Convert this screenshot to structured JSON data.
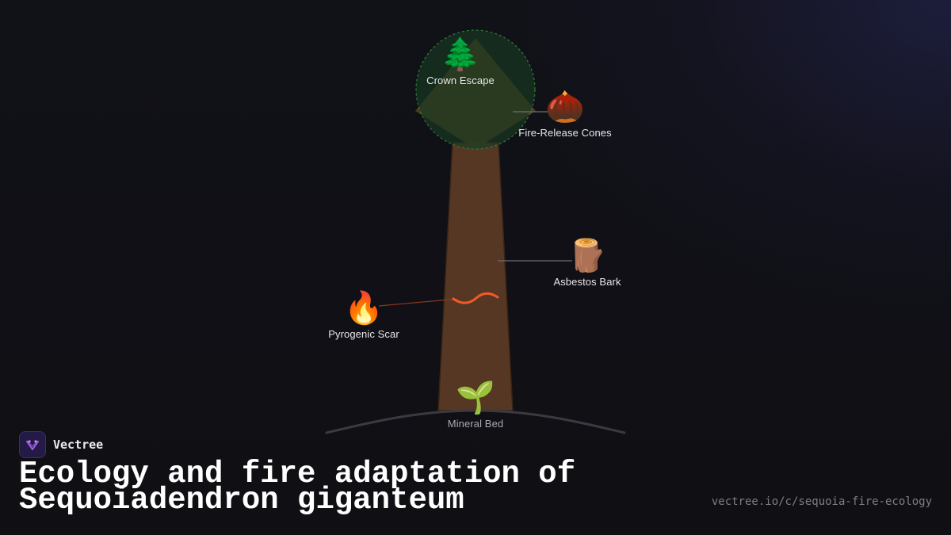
{
  "brand": {
    "name": "Vectree"
  },
  "title": "Ecology and fire adaptation of Sequoiadendron giganteum",
  "url": "vectree.io/c/sequoia-fire-ecology",
  "diagram": {
    "nodes": [
      {
        "id": "crown",
        "emoji": "🌲",
        "label": "Crown Escape"
      },
      {
        "id": "cones",
        "emoji": "🌰",
        "label": "Fire-Release Cones"
      },
      {
        "id": "bark",
        "emoji": "🪵",
        "label": "Asbestos Bark"
      },
      {
        "id": "scar",
        "emoji": "🔥",
        "label": "Pyrogenic Scar"
      },
      {
        "id": "seedling",
        "emoji": "🌱",
        "label": "Mineral Bed"
      }
    ]
  },
  "colors": {
    "background": "#101016",
    "trunk": "#5a3a24",
    "crown_fill": "#17351f",
    "crown_stroke": "#2f7a3c",
    "scar": "#f25a2a",
    "leader_line": "#6e6e74",
    "ground": "#3a3a40"
  }
}
